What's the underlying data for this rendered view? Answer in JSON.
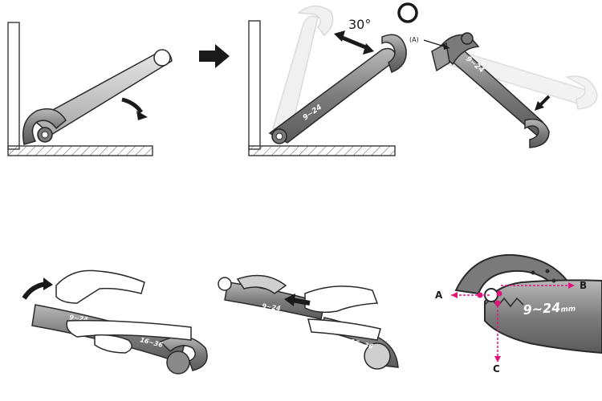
{
  "panels": {
    "angle": {
      "text": "30°"
    },
    "callout": {
      "text": "(A)"
    }
  },
  "markings": {
    "size_small": "9~24",
    "size_large": "16~36",
    "size_unit": "mm"
  },
  "detail": {
    "point_a": "A",
    "point_b": "B",
    "point_c": "C"
  },
  "colors": {
    "steel_dark": "#6b6b6b",
    "steel_mid": "#9a9a9a",
    "steel_light": "#cfcfcf",
    "ghost": "#e4e4e4",
    "outline": "#2a2a2a",
    "marker": "#e0157a",
    "arrow": "#1a1a1a"
  },
  "icons": {
    "rotate_arrow": "curved-arrow-icon",
    "double_arrow": "double-arrow-icon",
    "push_arrow": "push-arrow-icon",
    "step_arrow": "right-arrow-icon",
    "ring": "o-ring-icon"
  }
}
